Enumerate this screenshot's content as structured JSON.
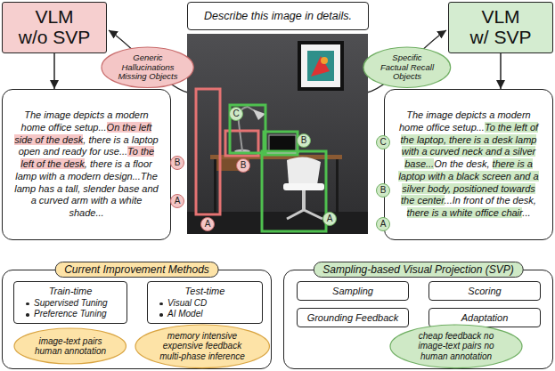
{
  "diagram": {
    "nodes": [
      {
        "text": [
          "VLM",
          "w/o SVP"
        ]
      },
      {
        "text": [
          "Describe this image in details."
        ]
      },
      {
        "text": [
          "VLM",
          "w/ SVP"
        ]
      },
      {
        "text": [
          "Generic Hallucinations Missing Objects"
        ]
      },
      {
        "text": [
          "Specific Factual Recall Objects"
        ]
      },
      {
        "text": [
          "The image depicts a modern home office setup...",
          "On the left side of the desk",
          ", there is a laptop open and ready for use...",
          "To the left of the desk",
          ", there is a floor lamp with a modern design...The lamp has a tall, slender base and a curved arm with a white shade..."
        ]
      },
      {
        "text": [
          "The image depicts a modern home office setup...",
          "To the left of the laptop, there is a desk lamp with a curved neck and a silver base...",
          "On the desk, ",
          "there is a laptop with a black screen and a silver body, ",
          "positioned towards the center",
          "...In front of the desk, ",
          "there is a white office chair",
          "..."
        ]
      },
      {
        "text": [
          "Current Improvement Methods"
        ]
      },
      {
        "text": [
          "Train-time",
          "Supervised Tuning",
          "Preference Tuning"
        ],
        "in": 7
      },
      {
        "text": [
          "Test-time",
          "Visual CD",
          "AI Model"
        ],
        "in": 7
      },
      {
        "text": [
          "image-text pairs human annotation"
        ],
        "in": 7
      },
      {
        "text": [
          "memory intensive expensive feedback multi-phase inference"
        ],
        "in": 7
      },
      {
        "text": [
          "Sampling-based Visual Projection (SVP)"
        ]
      },
      {
        "text": [
          "Sampling"
        ],
        "in": 12
      },
      {
        "text": [
          "Scoring"
        ],
        "in": 12
      },
      {
        "text": [
          "Grounding Feedback"
        ],
        "in": 12
      },
      {
        "text": [
          "Adaptation"
        ],
        "in": 12
      },
      {
        "text": [
          "cheap feedback no image-text pairs no human annotation"
        ],
        "in": 12
      }
    ],
    "edges": [
      {
        "from": 0,
        "to": 5,
        "arrow": "to"
      },
      {
        "from": 2,
        "to": 6,
        "arrow": "to"
      }
    ],
    "labels": [
      "C",
      "B",
      "B",
      "A",
      "A",
      "B",
      "A",
      "C",
      "B",
      "A"
    ]
  }
}
